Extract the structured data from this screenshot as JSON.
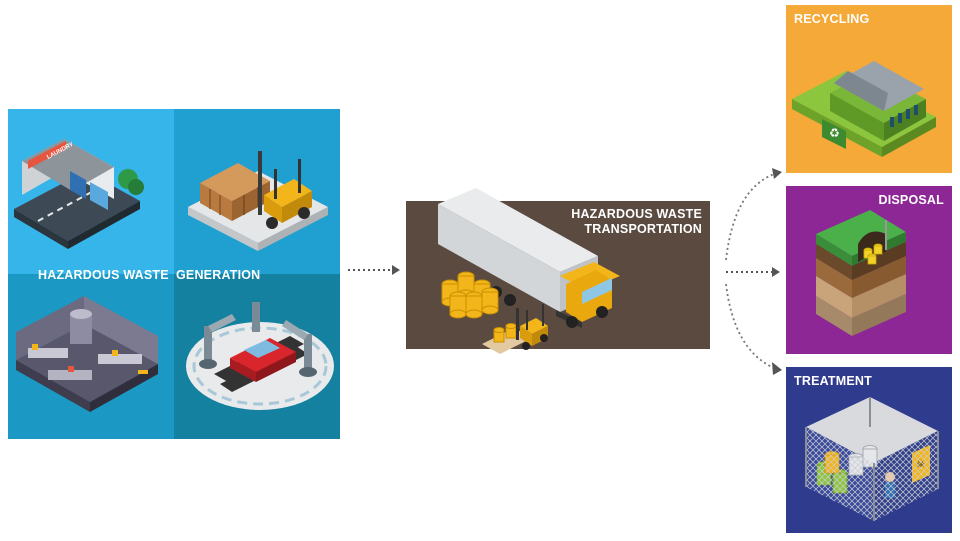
{
  "generation": {
    "label_left": "HAZARDOUS WASTE",
    "label_right": "GENERATION",
    "colors": {
      "top_left": "#35b5ea",
      "top_right": "#1fa0d1",
      "bottom_left": "#1b98c4",
      "bottom_right": "#13819f"
    },
    "icons": [
      "laundry-shop-icon",
      "forklift-with-crates-icon",
      "factory-interior-icon",
      "robotic-car-assembly-icon"
    ],
    "laundry_sign": "LAUNDRY"
  },
  "transportation": {
    "title_line1": "HAZARDOUS WASTE",
    "title_line2": "TRANSPORTATION",
    "background": "#5a4a40",
    "icons": [
      "truck-icon",
      "barrels-icon",
      "forklift-icon"
    ]
  },
  "destinations": [
    {
      "key": "recycling",
      "label": "RECYCLING",
      "color": "#f5a939",
      "icon": "recycling-plant-icon"
    },
    {
      "key": "disposal",
      "label": "DISPOSAL",
      "color": "#8c2795",
      "icon": "landfill-cross-section-icon"
    },
    {
      "key": "treatment",
      "label": "TREATMENT",
      "color": "#2f3b8c",
      "icon": "fenced-storage-cage-icon"
    }
  ],
  "arrows": {
    "color": "#555555"
  }
}
